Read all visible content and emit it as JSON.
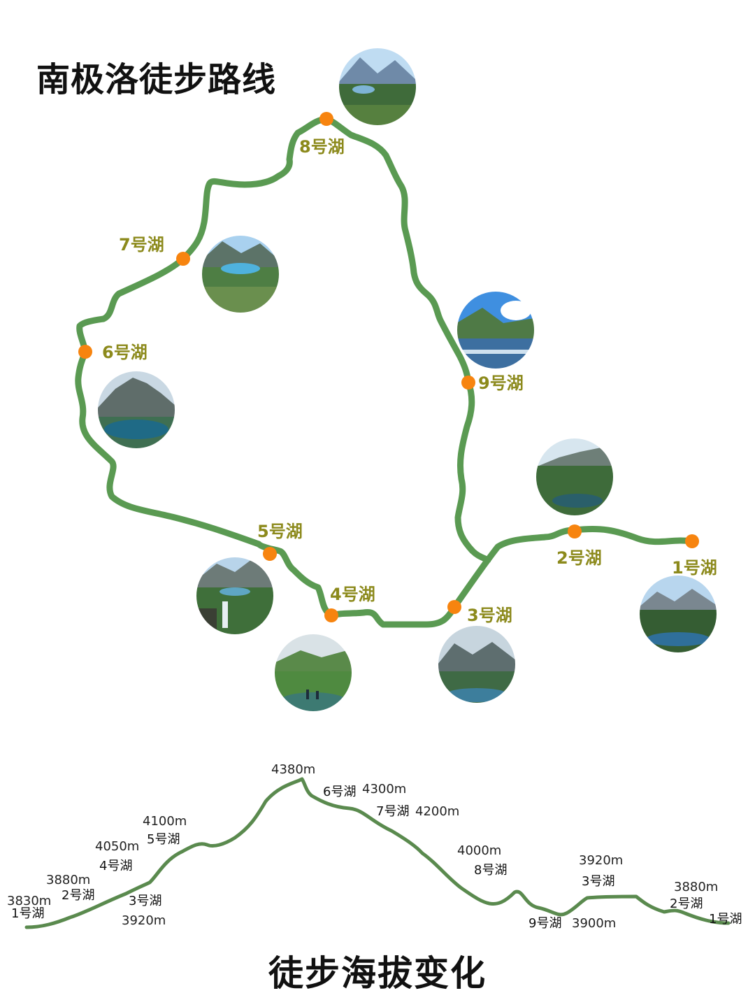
{
  "map": {
    "title": "南极洛徒步路线",
    "colors": {
      "route": "#5a9a52",
      "waypoint": "#f7840f",
      "label": "#8c8a1c"
    },
    "waypoints": [
      {
        "id": "lake-1",
        "label": "1号湖"
      },
      {
        "id": "lake-2",
        "label": "2号湖"
      },
      {
        "id": "lake-3",
        "label": "3号湖"
      },
      {
        "id": "lake-4",
        "label": "4号湖"
      },
      {
        "id": "lake-5",
        "label": "5号湖"
      },
      {
        "id": "lake-6",
        "label": "6号湖"
      },
      {
        "id": "lake-7",
        "label": "7号湖"
      },
      {
        "id": "lake-8",
        "label": "8号湖"
      },
      {
        "id": "lake-9",
        "label": "9号湖"
      }
    ]
  },
  "profile": {
    "title": "徒步海拔变化",
    "color": "#5a8a4e",
    "points": [
      {
        "lake": "1号湖",
        "elevation": "3830m"
      },
      {
        "lake": "2号湖",
        "elevation": "3880m"
      },
      {
        "lake": "3号湖",
        "elevation": "3920m"
      },
      {
        "lake": "4号湖",
        "elevation": "4050m"
      },
      {
        "lake": "5号湖",
        "elevation": "4100m"
      },
      {
        "lake": "",
        "elevation": "4380m"
      },
      {
        "lake": "6号湖",
        "elevation": "4300m"
      },
      {
        "lake": "7号湖",
        "elevation": "4200m"
      },
      {
        "lake": "8号湖",
        "elevation": "4000m"
      },
      {
        "lake": "9号湖",
        "elevation": "3900m"
      },
      {
        "lake": "3号湖",
        "elevation": "3920m"
      },
      {
        "lake": "2号湖",
        "elevation": "3880m"
      },
      {
        "lake": "1号湖",
        "elevation": ""
      }
    ]
  }
}
